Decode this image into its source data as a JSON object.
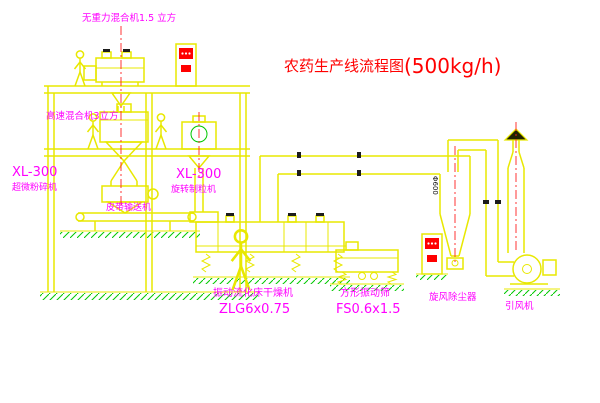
{
  "title": {
    "main": "农药生产线流程图",
    "capacity": "(500kg/h)"
  },
  "labels": {
    "top_mixer": "无重力混合机1.5 立方",
    "high_speed_mixer": "高速混合机3立方",
    "pulverizer_model": "XL-300",
    "pulverizer_name": "超微粉碎机",
    "granulator_model": "XL-300",
    "granulator_name": "旋转制粒机",
    "belt_conveyor": "皮带输送机",
    "dryer_name": "振动流化床干燥机",
    "dryer_model": "ZLG6x0.75",
    "sieve_name": "方形振动筛",
    "sieve_model": "FS0.6x1.5",
    "cyclone_name": "旋风除尘器",
    "fan_name": "引风机",
    "duct_diameter": "Φ600"
  },
  "colors": {
    "line_yellow": "#e8e800",
    "hatch_green": "#00c800",
    "label_magenta": "#ff00ff",
    "title_red": "#ff0000",
    "background": "#ffffff"
  }
}
